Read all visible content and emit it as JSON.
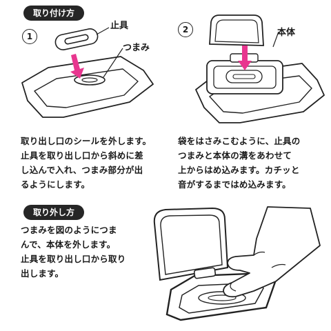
{
  "sections": {
    "attach": {
      "heading": "取り付け方",
      "step1": {
        "number": "1",
        "label_stopper": "止具",
        "label_knob": "つまみ",
        "text": [
          "取り出し口のシールを外します。",
          "止具を取り出し口から斜めに差",
          "し込んで入れ、つまみ部分が出",
          "るようにします。"
        ]
      },
      "step2": {
        "number": "2",
        "label_body": "本体",
        "text": [
          "袋をはさみこむように、止具の",
          "つまみと本体の溝をあわせて",
          "上からはめ込みます。カチッと",
          "音がするまではめ込みます。"
        ]
      }
    },
    "remove": {
      "heading": "取り外し方",
      "text": [
        "つまみを図のようにつま",
        "んで、本体を外します。",
        "止具を取り出し口から取り",
        "出します。"
      ]
    }
  },
  "colors": {
    "arrow": "#e8368f",
    "ink": "#222222",
    "pill": "#262626"
  }
}
